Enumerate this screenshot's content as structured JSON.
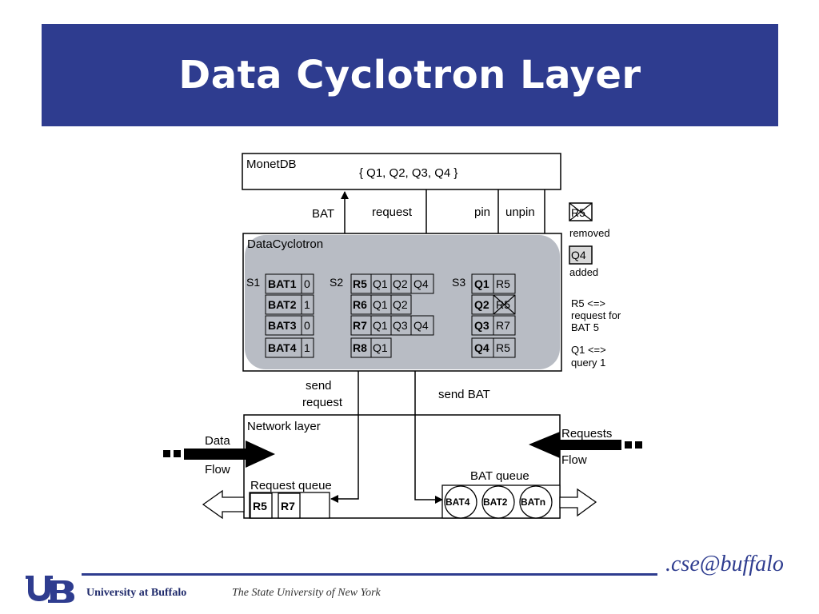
{
  "title": "Data Cyclotron Layer",
  "diagram": {
    "monetdb_label": "MonetDB",
    "query_set": "{ Q1, Q2, Q3, Q4 }",
    "arrow_bat": "BAT",
    "arrow_request": "request",
    "arrow_pin": "pin",
    "arrow_unpin": "unpin",
    "cyclotron_label": "DataCyclotron",
    "s1_label": "S1",
    "s2_label": "S2",
    "s3_label": "S3",
    "s1_rows": [
      [
        "BAT1",
        "0"
      ],
      [
        "BAT2",
        "1"
      ],
      [
        "BAT3",
        "0"
      ],
      [
        "BAT4",
        "1"
      ]
    ],
    "s2_rows": [
      [
        "R5",
        "Q1",
        "Q2",
        "Q4"
      ],
      [
        "R6",
        "Q1",
        "Q2"
      ],
      [
        "R7",
        "Q1",
        "Q3",
        "Q4"
      ],
      [
        "R8",
        "Q1"
      ]
    ],
    "s3_rows": [
      [
        "Q1",
        "R5"
      ],
      [
        "Q2",
        "R5"
      ],
      [
        "Q3",
        "R7"
      ],
      [
        "Q4",
        "R5"
      ]
    ],
    "send_request_1": "send",
    "send_request_2": "request",
    "send_bat": "send BAT",
    "network_label": "Network layer",
    "data_flow_1": "Data",
    "data_flow_2": "Flow",
    "requests_flow_1": "Requests",
    "requests_flow_2": "Flow",
    "request_queue_label": "Request queue",
    "request_queue_items": [
      "R5",
      "R7"
    ],
    "bat_queue_label": "BAT queue",
    "bat_queue_items": [
      "BAT4",
      "BAT2",
      "BATn"
    ]
  },
  "legend": {
    "removed_box": "R5",
    "removed_text": "removed",
    "added_box": "Q4",
    "added_text": "added",
    "r5_line1": "R5 <=>",
    "r5_line2": "request for",
    "r5_line3": "BAT 5",
    "q1_line1": "Q1 <=>",
    "q1_line2": "query 1"
  },
  "footer": {
    "university": "University at Buffalo",
    "suny": "The State University of New York",
    "cse": ".cse@buffalo"
  },
  "colors": {
    "title_bar": "#2e3c8f",
    "cyclotron_fill": "#b8bcc4"
  }
}
